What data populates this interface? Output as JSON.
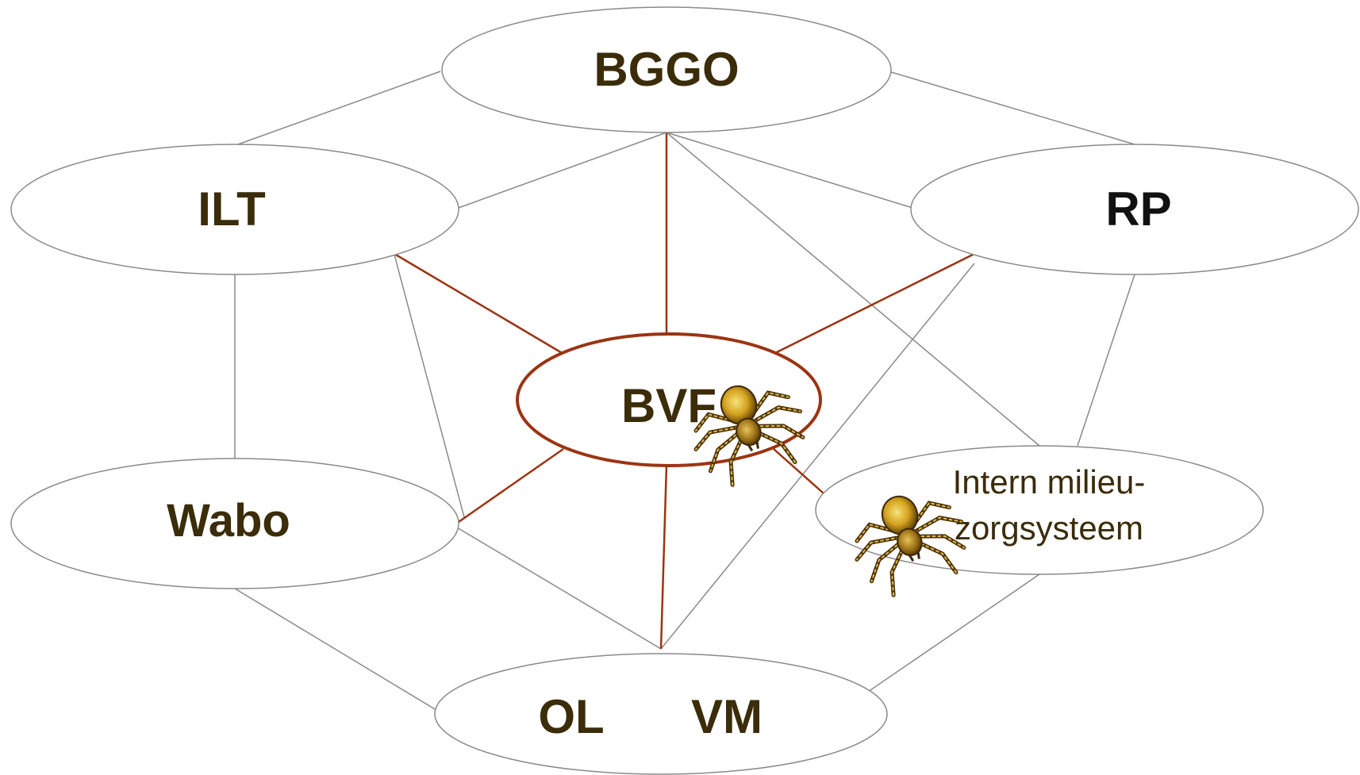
{
  "diagram": {
    "nodes": {
      "bggo": "BGGO",
      "ilt": "ILT",
      "rp": "RP",
      "bvf": "BVF",
      "wabo": "Wabo",
      "intern_line1": "Intern milieu-",
      "intern_line2": "zorgsysteem",
      "ol": "OL",
      "vm": "VM"
    },
    "colors": {
      "outline": "#8a8a8a",
      "center_outline": "#9b3412",
      "spoke": "#9b3412",
      "text": "#3b2c0a"
    },
    "icons": [
      "spider-icon",
      "spider-icon"
    ]
  }
}
